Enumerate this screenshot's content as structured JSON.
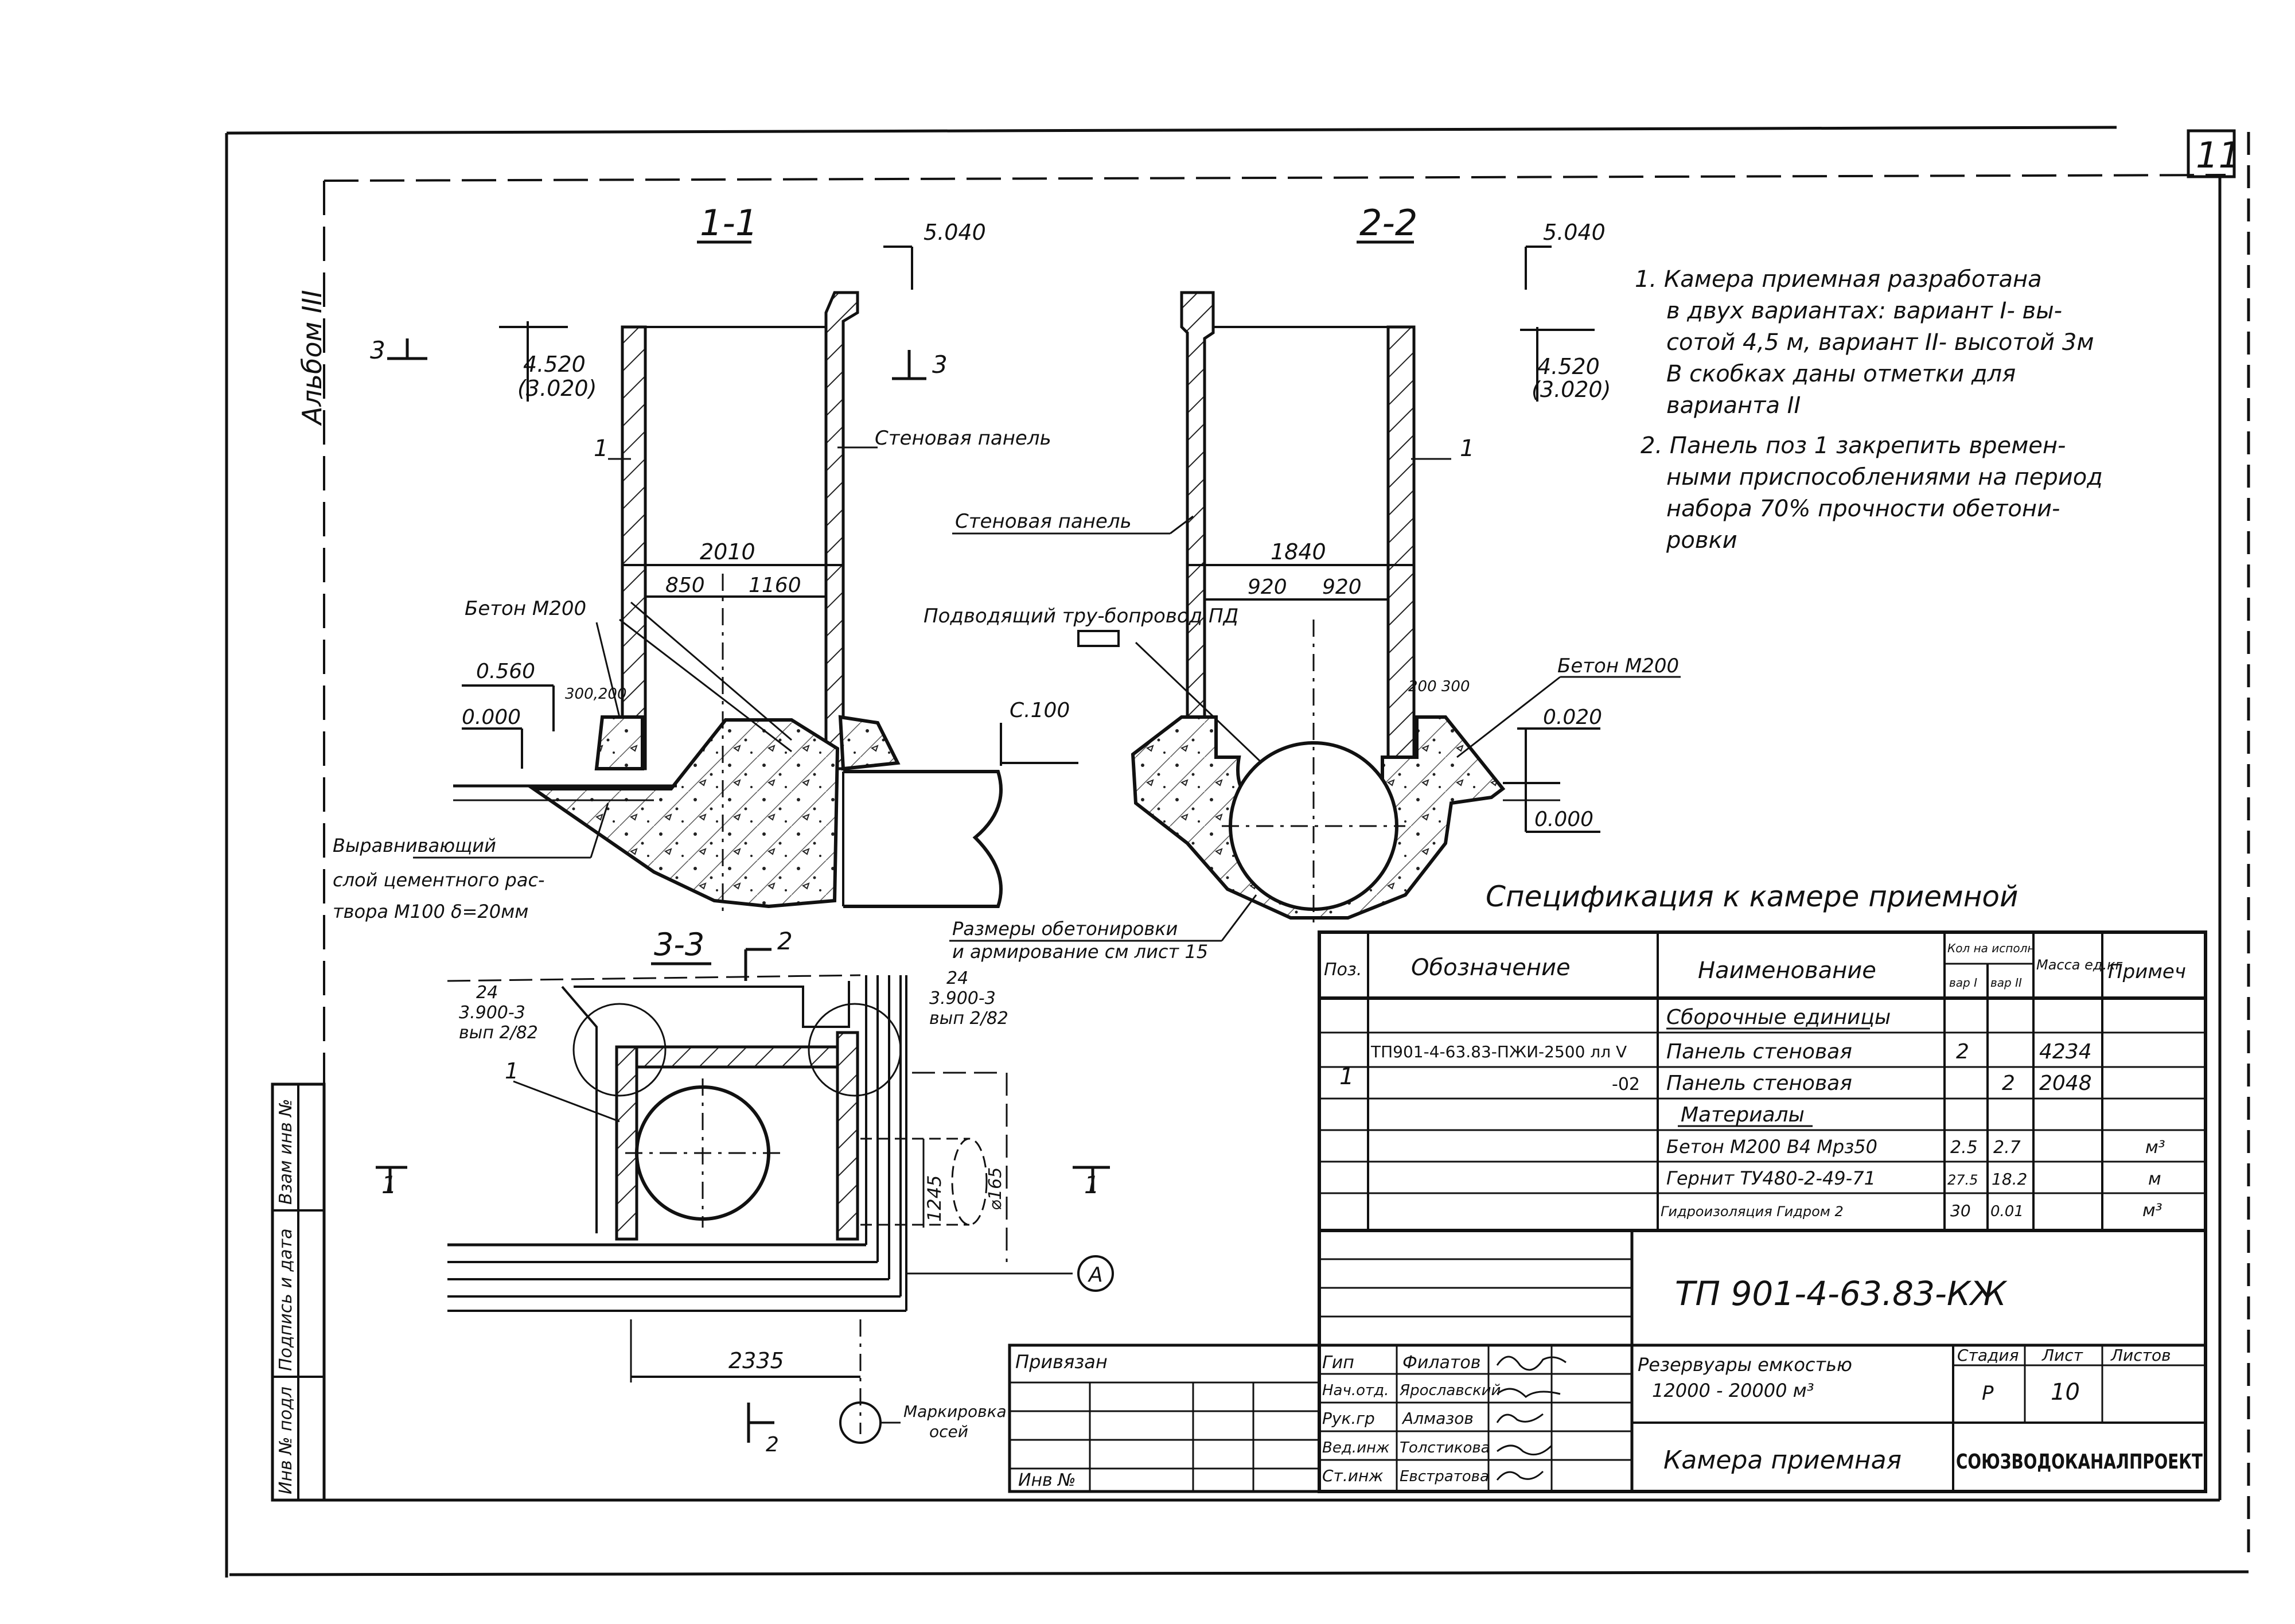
{
  "sheet": {
    "page_number": "11",
    "album": "Альбом III"
  },
  "section_1_1": {
    "title": "1-1",
    "elev_top": "5.040",
    "elev_panel": "4.520",
    "elev_panel_alt": "(3.020)",
    "section_mark_left": "3",
    "section_mark_right": "3",
    "label_wall_panel": "Стеновая панель",
    "pos_1": "1",
    "dim_total": "2010",
    "dim_left": "850",
    "dim_right": "1160",
    "label_concrete": "Бетон М200",
    "elev_0560": "0.560",
    "dim_300_200": "300,200",
    "elev_0000": "0.000",
    "label_pipe": "Подводящий тру-бопровод ПД",
    "elev_c100": "С.100",
    "note_leveling_1": "Выравнивающий",
    "note_leveling_2": "слой цементного рас-",
    "note_leveling_3": "твора М100 δ=20мм"
  },
  "section_2_2": {
    "title": "2-2",
    "elev_top": "5.040",
    "elev_panel": "4.520",
    "elev_panel_alt": "(3.020)",
    "label_wall_panel": "Стеновая панель",
    "pos_1": "1",
    "dim_total": "1840",
    "dim_left": "920",
    "dim_right": "920",
    "dim_200_300": "200 300",
    "label_concrete": "Бетон М200",
    "elev_0020": "0.020",
    "elev_0000": "0.000",
    "note_concreting_1": "Размеры обетонировки",
    "note_concreting_2": "и армирование см лист 15"
  },
  "notes": [
    "1. Камера приемная разработана",
    "в двух вариантах: вариант I- вы-",
    "сотой 4,5 м, вариант II- высотой 3м",
    "В скобках даны отметки для",
    "варианта II",
    "2. Панель поз 1 закрепить времен-",
    "ными приспособлениями на период",
    "набора 70% прочности обетони-",
    "ровки"
  ],
  "plan_3_3": {
    "title": "3-3",
    "section_2_mark": "2",
    "ref_left_1": "24",
    "ref_left_2": "3.900-3",
    "ref_left_3": "вып 2/82",
    "ref_right_1": "24",
    "ref_right_2": "3.900-3",
    "ref_right_3": "вып 2/82",
    "pos_1": "1",
    "dim_1245": "1245",
    "dim_d165": "⌀165",
    "section_1_left": "1",
    "section_1_right": "1",
    "axis_A": "A",
    "dim_2335": "2335",
    "axis_label_1": "Маркировка",
    "axis_label_2": "осей",
    "section_2_bottom": "2"
  },
  "spec": {
    "title": "Спецификация к камере приемной",
    "headers": {
      "pos": "Поз.",
      "designation": "Обозначение",
      "name": "Наименование",
      "qty": "Кол на исполн",
      "qty_v1": "вар I",
      "qty_v2": "вар II",
      "mass": "Масса ед.кг",
      "note": "Примеч"
    },
    "rows": [
      {
        "pos": "",
        "designation": "",
        "name": "Сборочные единицы",
        "q1": "",
        "q2": "",
        "mass": "",
        "note": ""
      },
      {
        "pos": "1",
        "designation": "ТП901-4-63.83-ПЖИ-2500 лл V",
        "name": "Панель стеновая",
        "q1": "2",
        "q2": "",
        "mass": "4234",
        "note": ""
      },
      {
        "pos": "",
        "designation": "-02",
        "name": "Панель стеновая",
        "q1": "",
        "q2": "2",
        "mass": "2048",
        "note": ""
      },
      {
        "pos": "",
        "designation": "",
        "name": "Материалы",
        "q1": "",
        "q2": "",
        "mass": "",
        "note": ""
      },
      {
        "pos": "",
        "designation": "",
        "name": "Бетон М200 В4 Мрз50",
        "q1": "2.5",
        "q2": "2.7",
        "mass": "",
        "note": "м³"
      },
      {
        "pos": "",
        "designation": "",
        "name": "Гернит ТУ480-2-49-71",
        "q1": "27.5",
        "q2": "18.2",
        "mass": "",
        "note": "м"
      },
      {
        "pos": "",
        "designation": "",
        "name": "Гидроизоляция Гидром 2",
        "q1": "30",
        "q2": "0.01",
        "mass": "",
        "note": "м³"
      }
    ]
  },
  "title_block": {
    "code": "ТП 901-4-63.83-КЖ",
    "privyazan": "Привязан",
    "inv_no": "Инв №",
    "roles": [
      "Гип",
      "Нач.отд.",
      "Рук.гр",
      "Вед.инж",
      "Ст.инж"
    ],
    "names": [
      "Филатов",
      "Ярославский",
      "Алмазов",
      "Толстикова",
      "Евстратова"
    ],
    "project_1": "Резервуары емкостью",
    "project_2": "12000 - 20000 м³",
    "stage_h": "Стадия",
    "sheet_h": "Лист",
    "sheets_h": "Листов",
    "stage": "Р",
    "sheet": "10",
    "sheets": "",
    "drawing_name": "Камера приемная",
    "org": "СОЮЗВОДОКАНАЛПРОЕКТ"
  },
  "side_stamp": [
    "Инв № подл",
    "Подпись и дата",
    "Взам инв №"
  ]
}
